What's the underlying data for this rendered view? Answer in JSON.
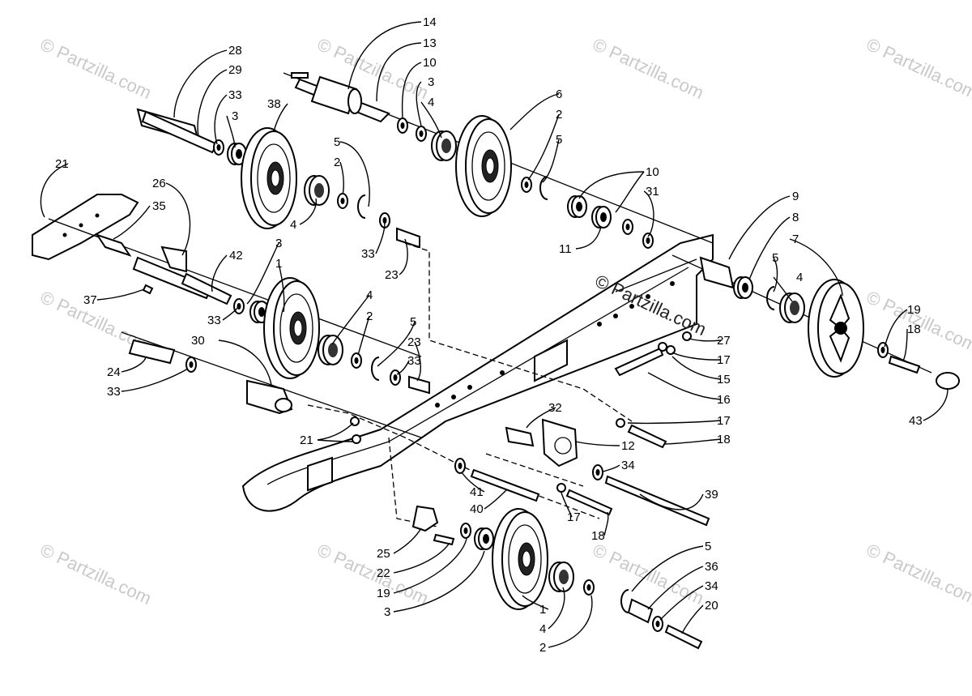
{
  "watermarks": [
    "© Partzilla.com"
  ],
  "center_watermark": "© Partzilla.com",
  "callouts": [
    {
      "id": "c14",
      "label": "14"
    },
    {
      "id": "c13",
      "label": "13"
    },
    {
      "id": "c10a",
      "label": "10"
    },
    {
      "id": "c3a",
      "label": "3"
    },
    {
      "id": "c4a",
      "label": "4"
    },
    {
      "id": "c6",
      "label": "6"
    },
    {
      "id": "c2a",
      "label": "2"
    },
    {
      "id": "c5a",
      "label": "5"
    },
    {
      "id": "c10b",
      "label": "10"
    },
    {
      "id": "c31",
      "label": "31"
    },
    {
      "id": "c11",
      "label": "11"
    },
    {
      "id": "c28",
      "label": "28"
    },
    {
      "id": "c29",
      "label": "29"
    },
    {
      "id": "c33a",
      "label": "33"
    },
    {
      "id": "c3b",
      "label": "3"
    },
    {
      "id": "c38",
      "label": "38"
    },
    {
      "id": "c5b",
      "label": "5"
    },
    {
      "id": "c2b",
      "label": "2"
    },
    {
      "id": "c4b",
      "label": "4"
    },
    {
      "id": "c33b",
      "label": "33"
    },
    {
      "id": "c23a",
      "label": "23"
    },
    {
      "id": "c21a",
      "label": "21"
    },
    {
      "id": "c26",
      "label": "26"
    },
    {
      "id": "c35",
      "label": "35"
    },
    {
      "id": "c42",
      "label": "42"
    },
    {
      "id": "c37",
      "label": "37"
    },
    {
      "id": "c3c",
      "label": "3"
    },
    {
      "id": "c1a",
      "label": "1"
    },
    {
      "id": "c33c",
      "label": "33"
    },
    {
      "id": "c30",
      "label": "30"
    },
    {
      "id": "c4c",
      "label": "4"
    },
    {
      "id": "c2c",
      "label": "2"
    },
    {
      "id": "c5c",
      "label": "5"
    },
    {
      "id": "c23b",
      "label": "23"
    },
    {
      "id": "c33d",
      "label": "33"
    },
    {
      "id": "c24",
      "label": "24"
    },
    {
      "id": "c33e",
      "label": "33"
    },
    {
      "id": "c9",
      "label": "9"
    },
    {
      "id": "c8",
      "label": "8"
    },
    {
      "id": "c7",
      "label": "7"
    },
    {
      "id": "c5d",
      "label": "5"
    },
    {
      "id": "c4d",
      "label": "4"
    },
    {
      "id": "c19a",
      "label": "19"
    },
    {
      "id": "c18a",
      "label": "18"
    },
    {
      "id": "c43",
      "label": "43"
    },
    {
      "id": "c27",
      "label": "27"
    },
    {
      "id": "c17a",
      "label": "17"
    },
    {
      "id": "c15",
      "label": "15"
    },
    {
      "id": "c16",
      "label": "16"
    },
    {
      "id": "c17b",
      "label": "17"
    },
    {
      "id": "c18b",
      "label": "18"
    },
    {
      "id": "c32",
      "label": "32"
    },
    {
      "id": "c12",
      "label": "12"
    },
    {
      "id": "c21b",
      "label": "21"
    },
    {
      "id": "c34a",
      "label": "34"
    },
    {
      "id": "c39",
      "label": "39"
    },
    {
      "id": "c41",
      "label": "41"
    },
    {
      "id": "c40",
      "label": "40"
    },
    {
      "id": "c17c",
      "label": "17"
    },
    {
      "id": "c18c",
      "label": "18"
    },
    {
      "id": "c25",
      "label": "25"
    },
    {
      "id": "c22",
      "label": "22"
    },
    {
      "id": "c19b",
      "label": "19"
    },
    {
      "id": "c3d",
      "label": "3"
    },
    {
      "id": "c5e",
      "label": "5"
    },
    {
      "id": "c36",
      "label": "36"
    },
    {
      "id": "c34b",
      "label": "34"
    },
    {
      "id": "c20",
      "label": "20"
    },
    {
      "id": "c1b",
      "label": "1"
    },
    {
      "id": "c4e",
      "label": "4"
    },
    {
      "id": "c2d",
      "label": "2"
    }
  ]
}
